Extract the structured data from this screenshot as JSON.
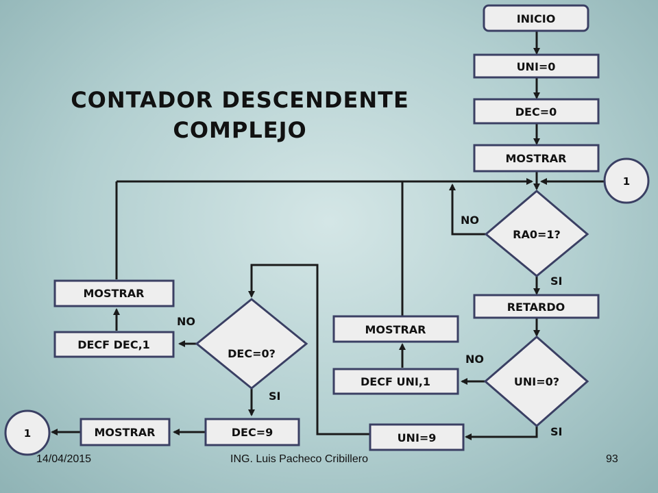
{
  "title": {
    "line1": "CONTADOR DESCENDENTE",
    "line2": "COMPLEJO"
  },
  "nodes": {
    "inicio": "INICIO",
    "uni0": "UNI=0",
    "dec0": "DEC=0",
    "mostrar_top": "MOSTRAR",
    "connector_right": "1",
    "ra0": "RA0=1?",
    "retardo": "RETARDO",
    "uni_zero_q": "UNI=0?",
    "decf_uni": "DECF UNI,1",
    "mostrar_mid": "MOSTRAR",
    "uni9": "UNI=9",
    "dec_zero_q": "DEC=0?",
    "decf_dec": "DECF DEC,1",
    "mostrar_left": "MOSTRAR",
    "dec9": "DEC=9",
    "mostrar_bottom": "MOSTRAR",
    "connector_left": "1"
  },
  "labels": {
    "ra0_no": "NO",
    "ra0_si": "SI",
    "uni_no": "NO",
    "uni_si": "SI",
    "dec_no": "NO",
    "dec_si": "SI"
  },
  "footer": {
    "date": "14/04/2015",
    "author": "ING. Luis Pacheco Cribillero",
    "page": "93"
  },
  "colors": {
    "box_fill": "#eeeeee",
    "box_stroke": "#3a3f63",
    "line": "#1a1a1a"
  }
}
